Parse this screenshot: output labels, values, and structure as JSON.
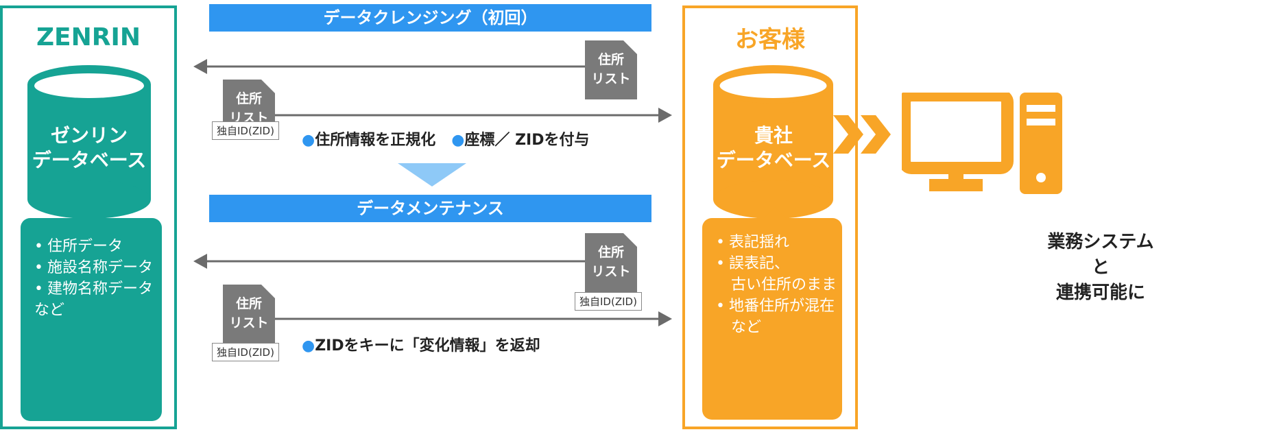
{
  "zenrin": {
    "brand": "ZENRIN",
    "database_line1": "ゼンリン",
    "database_line2": "データベース",
    "items": [
      "住所データ",
      "施設名称データ",
      "建物名称データ"
    ],
    "items_tail": "など"
  },
  "customer": {
    "brand": "お客様",
    "database_line1": "貴社",
    "database_line2": "データベース",
    "items": [
      "表記揺れ",
      "誤表記、"
    ],
    "item_continuation": "古い住所のまま",
    "items2": [
      "地番住所が混在"
    ],
    "items_tail": "など"
  },
  "flow": {
    "banner_initial": "データクレンジング（初回）",
    "banner_maintenance": "データメンテナンス",
    "doc_line1": "住所",
    "doc_line2": "リスト",
    "id_label": "独自ID(ZID)",
    "caption_initial_1": "住所情報を正規化",
    "caption_initial_2": "座標／ ZIDを付与",
    "caption_maintenance": "ZIDをキーに「変化情報」を返却",
    "bullet": "●"
  },
  "system": {
    "label_line1": "業務システムと",
    "label_line2": "連携可能に"
  },
  "colors": {
    "teal": "#16a394",
    "orange": "#f8a527",
    "blue": "#2f96f0",
    "light_blue": "#8ec9f7",
    "gray": "#7a7a7a",
    "arrow": "#6b6b6b"
  }
}
